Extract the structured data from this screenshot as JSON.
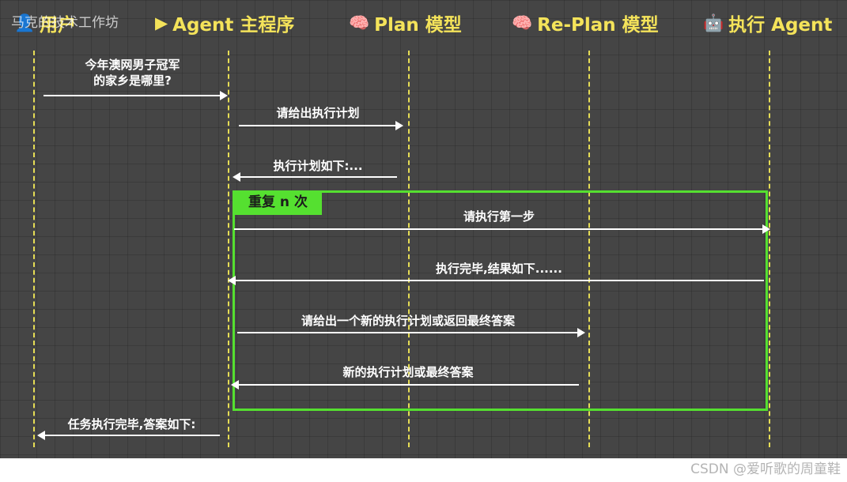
{
  "participants": [
    {
      "id": "user",
      "label": "用户",
      "icon": "person-icon",
      "glyph": "👤"
    },
    {
      "id": "agent-main",
      "label": "Agent 主程序",
      "icon": "play-icon",
      "glyph": "▶"
    },
    {
      "id": "plan",
      "label": "Plan 模型",
      "icon": "brain-icon",
      "glyph": "🧠"
    },
    {
      "id": "replan",
      "label": "Re-Plan 模型",
      "icon": "brain-icon",
      "glyph": "🧠"
    },
    {
      "id": "exec",
      "label": "执行 Agent",
      "icon": "robot-icon",
      "glyph": "🤖"
    }
  ],
  "messages": [
    {
      "from": "user",
      "to": "agent-main",
      "text": "今年澳网男子冠军\n的家乡是哪里?"
    },
    {
      "from": "agent-main",
      "to": "plan",
      "text": "请给出执行计划"
    },
    {
      "from": "plan",
      "to": "agent-main",
      "text": "执行计划如下:..."
    },
    {
      "from": "agent-main",
      "to": "exec",
      "text": "请执行第一步"
    },
    {
      "from": "exec",
      "to": "agent-main",
      "text": "执行完毕,结果如下......"
    },
    {
      "from": "agent-main",
      "to": "replan",
      "text": "请给出一个新的执行计划或返回最终答案"
    },
    {
      "from": "replan",
      "to": "agent-main",
      "text": "新的执行计划或最终答案"
    },
    {
      "from": "agent-main",
      "to": "user",
      "text": "任务执行完毕,答案如下:"
    }
  ],
  "loop": {
    "label": "重复 n 次"
  },
  "watermark": {
    "text": "马克的技术工作坊",
    "logo": "bilibili"
  },
  "credit": "CSDN @爱听歌的周童鞋",
  "colors": {
    "background": "#454545",
    "participant": "#f4e35a",
    "loop": "#55e030",
    "arrow": "#ffffff"
  }
}
